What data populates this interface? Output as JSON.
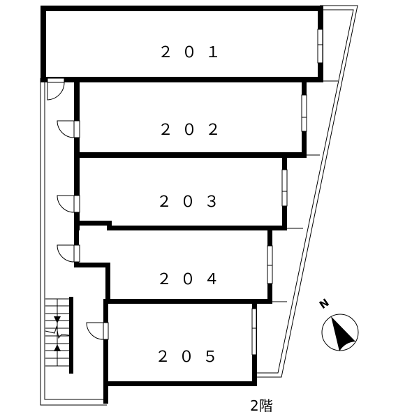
{
  "plan": {
    "floor_label": "2階",
    "north_label": "N",
    "units": [
      {
        "id": "201",
        "label": "２０１"
      },
      {
        "id": "202",
        "label": "２０２"
      },
      {
        "id": "203",
        "label": "２０３"
      },
      {
        "id": "204",
        "label": "２０４"
      },
      {
        "id": "205",
        "label": "２０５"
      }
    ],
    "icons": {
      "compass": "compass-north-arrow-icon",
      "stairs": "staircase-icon",
      "door": "door-swing-icon",
      "window": "window-icon"
    },
    "colors": {
      "wall": "#000000",
      "background": "#ffffff"
    }
  }
}
